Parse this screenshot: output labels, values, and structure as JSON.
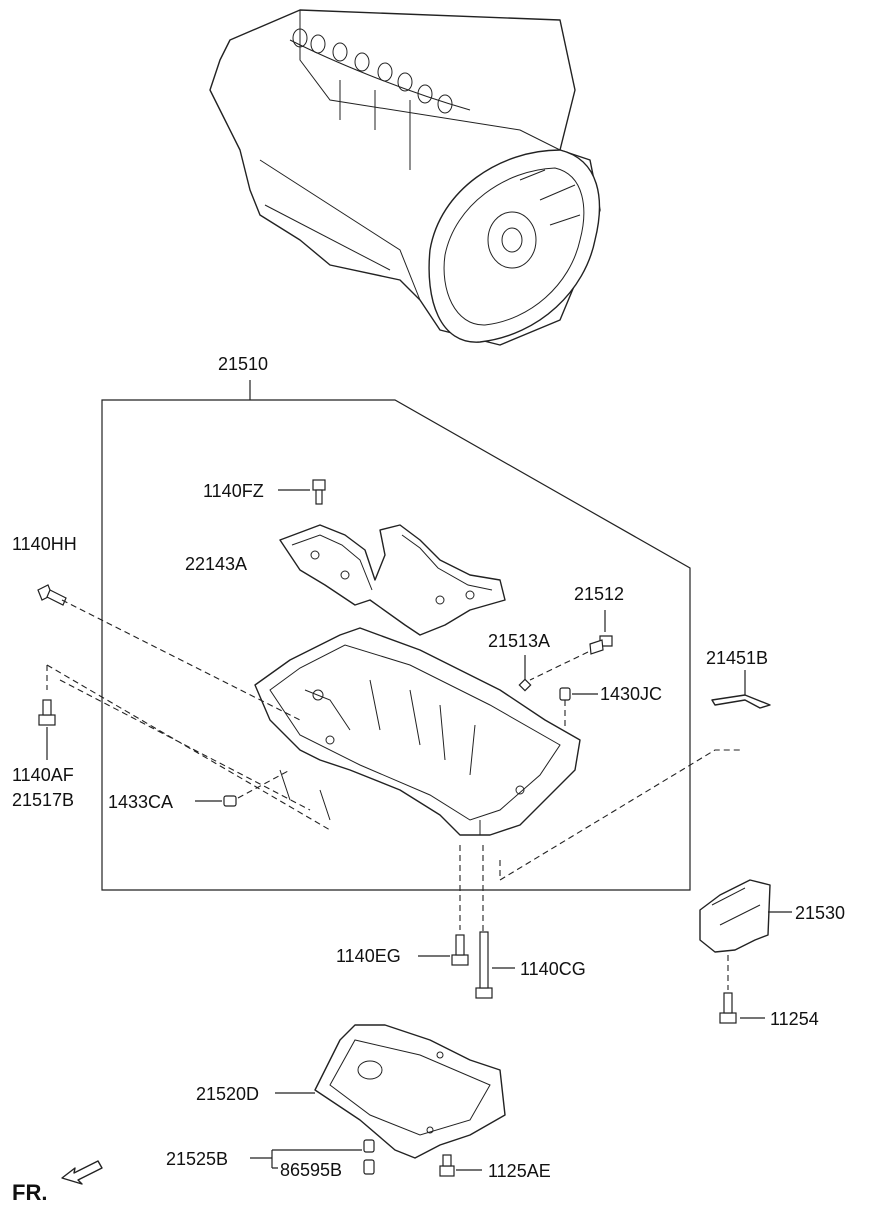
{
  "labels": {
    "l21510": "21510",
    "l1140FZ": "1140FZ",
    "l22143A": "22143A",
    "l1140HH": "1140HH",
    "l21512": "21512",
    "l21513A": "21513A",
    "l21451B": "21451B",
    "l1430JC": "1430JC",
    "l1140AF": "1140AF",
    "l21517B": "21517B",
    "l1433CA": "1433CA",
    "l21530": "21530",
    "l1140EG": "1140EG",
    "l1140CG": "1140CG",
    "l11254": "11254",
    "l21520D": "21520D",
    "l21525B": "21525B",
    "l86595B": "86595B",
    "l1125AE": "1125AE",
    "fr": "FR."
  }
}
